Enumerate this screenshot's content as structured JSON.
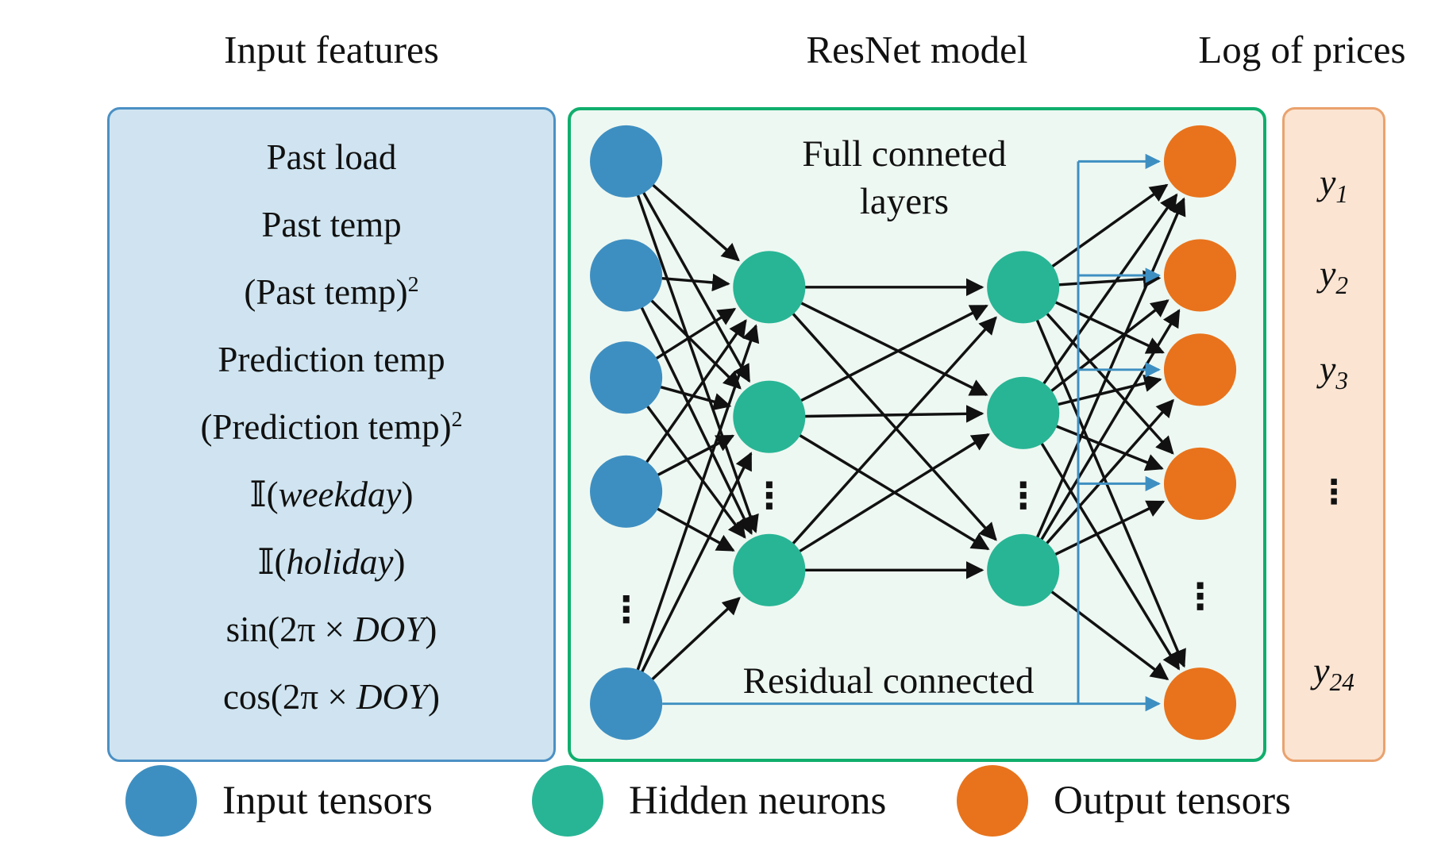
{
  "titles": {
    "left": "Input features",
    "middle": "ResNet model",
    "right": "Log of prices"
  },
  "input_features": {
    "items": [
      {
        "pre": "Past load",
        "it": "",
        "post": "",
        "sup": ""
      },
      {
        "pre": "Past temp",
        "it": "",
        "post": "",
        "sup": ""
      },
      {
        "pre": "(Past temp)",
        "it": "",
        "post": "",
        "sup": "2"
      },
      {
        "pre": "Prediction temp",
        "it": "",
        "post": "",
        "sup": ""
      },
      {
        "pre": "(Prediction temp)",
        "it": "",
        "post": "",
        "sup": "2"
      },
      {
        "pre": "𝕀(",
        "it": "weekday",
        "post": ")",
        "sup": ""
      },
      {
        "pre": "𝕀(",
        "it": "holiday",
        "post": ")",
        "sup": ""
      },
      {
        "pre": "sin(2π × ",
        "it": "DOY",
        "post": ")",
        "sup": ""
      },
      {
        "pre": "cos(2π × ",
        "it": "DOY",
        "post": ")",
        "sup": ""
      }
    ]
  },
  "network": {
    "labels": {
      "full_connected_1": "Full conneted",
      "full_connected_2": "layers",
      "residual": "Residual connected"
    },
    "dots_glyph": "⋮",
    "structure": {
      "input_nodes_visible": 5,
      "hidden_layers": 2,
      "hidden_nodes_visible_per_layer": 3,
      "output_nodes_visible": 5
    }
  },
  "outputs": {
    "items": [
      {
        "base": "y",
        "sub": "1"
      },
      {
        "base": "y",
        "sub": "2"
      },
      {
        "base": "y",
        "sub": "3"
      },
      {
        "dots": "⋮"
      },
      {
        "base": "y",
        "sub": "24"
      }
    ]
  },
  "legend": {
    "items": [
      {
        "label": "Input tensors",
        "color": "#3e8fc1"
      },
      {
        "label": "Hidden neurons",
        "color": "#28b595"
      },
      {
        "label": "Output tensors",
        "color": "#e8731c"
      }
    ]
  },
  "colors": {
    "input_node": "#3e8fc1",
    "hidden_node": "#28b595",
    "output_node": "#e8731c",
    "edge": "#111111",
    "residual_arrow": "#3e8fc1",
    "left_box_fill": "#cfe4f0",
    "left_box_border": "#4b90c4",
    "mid_box_fill": "#eef8f2",
    "mid_box_border": "#10ae6d",
    "right_box_fill": "#fbe4d2",
    "right_box_border": "#eaa26d"
  }
}
